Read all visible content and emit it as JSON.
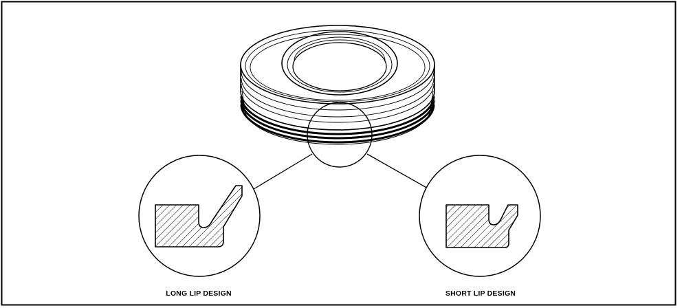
{
  "diagram": {
    "subject": "seal",
    "callouts": [
      {
        "label": "LONG LIP DESIGN"
      },
      {
        "label": "SHORT LIP DESIGN"
      }
    ]
  },
  "colors": {
    "ink": "#000000",
    "paper": "#ffffff"
  }
}
